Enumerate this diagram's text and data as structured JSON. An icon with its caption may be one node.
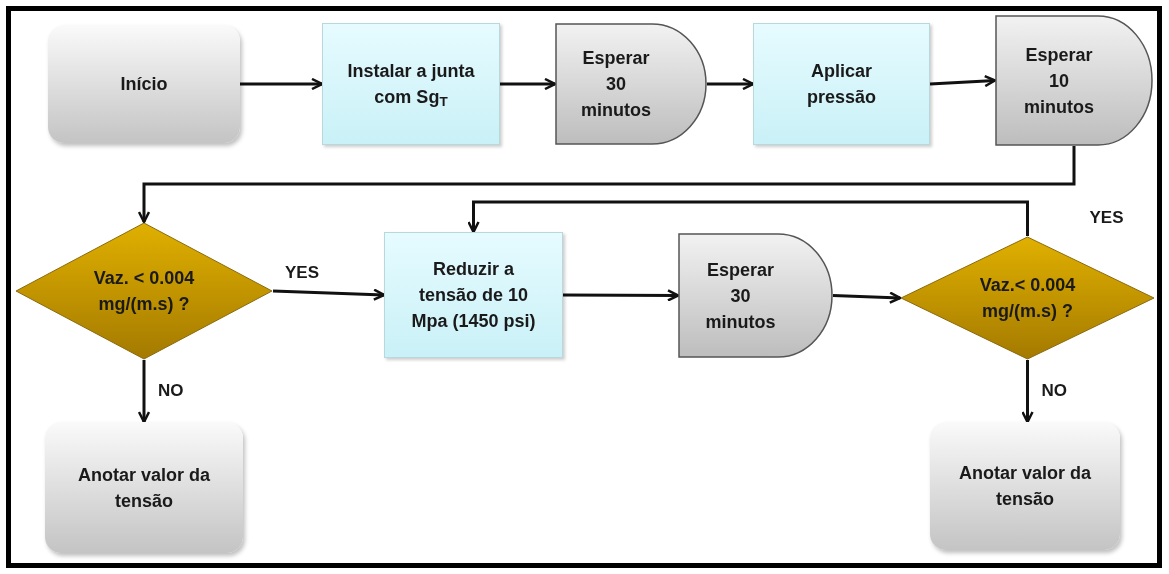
{
  "diagram": {
    "nodes": [
      {
        "text": [
          "Início"
        ]
      },
      {
        "text": [
          "Instalar a junta com Sg$_{T}$"
        ]
      },
      {
        "text": [
          "Esperar 30 minutos"
        ]
      },
      {
        "text": [
          "Aplicar pressão"
        ]
      },
      {
        "text": [
          "Esperar 10 minutos"
        ]
      },
      {
        "text": [
          "Vaz. < 0.004 mg/(m.s) ?"
        ]
      },
      {
        "text": [
          "Reduzir a tensão de 10 Mpa (1450 psi)"
        ]
      },
      {
        "text": [
          "Esperar 30 minutos"
        ]
      },
      {
        "text": [
          "Vaz.< 0.004 mg/(m.s) ?"
        ]
      },
      {
        "text": [
          "Anotar valor da tensão"
        ]
      },
      {
        "text": [
          "Anotar valor da tensão"
        ]
      }
    ],
    "edges": [
      {
        "from": 0,
        "to": 1,
        "arrow": "to"
      },
      {
        "from": 1,
        "to": 2,
        "arrow": "to"
      },
      {
        "from": 2,
        "to": 3,
        "arrow": "to"
      },
      {
        "from": 3,
        "to": 4,
        "arrow": "to"
      },
      {
        "from": 4,
        "to": 5,
        "arrow": "to"
      },
      {
        "from": 5,
        "to": 6,
        "arrow": "to",
        "label": "YES"
      },
      {
        "from": 6,
        "to": 7,
        "arrow": "to"
      },
      {
        "from": 7,
        "to": 8,
        "arrow": "to"
      },
      {
        "from": 8,
        "to": 6,
        "arrow": "to",
        "label": "YES"
      },
      {
        "from": 5,
        "to": 9,
        "arrow": "to",
        "label": "NO"
      },
      {
        "from": 8,
        "to": 10,
        "arrow": "to",
        "label": "NO"
      }
    ]
  }
}
